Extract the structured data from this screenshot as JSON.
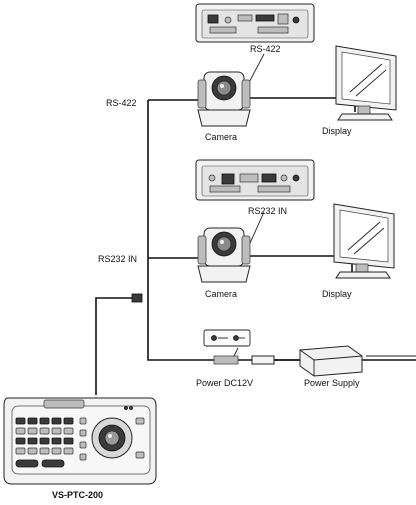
{
  "labels": {
    "rs422_panel": "RS-422",
    "rs422_line": "RS-422",
    "camera_top": "Camera",
    "display_top": "Display",
    "rs232_panel": "RS232 IN",
    "rs232_line": "RS232 IN",
    "camera_bottom": "Camera",
    "display_bottom": "Display",
    "power_dc": "Power DC12V",
    "power_supply": "Power Supply",
    "controller": "VS-PTC-200"
  }
}
